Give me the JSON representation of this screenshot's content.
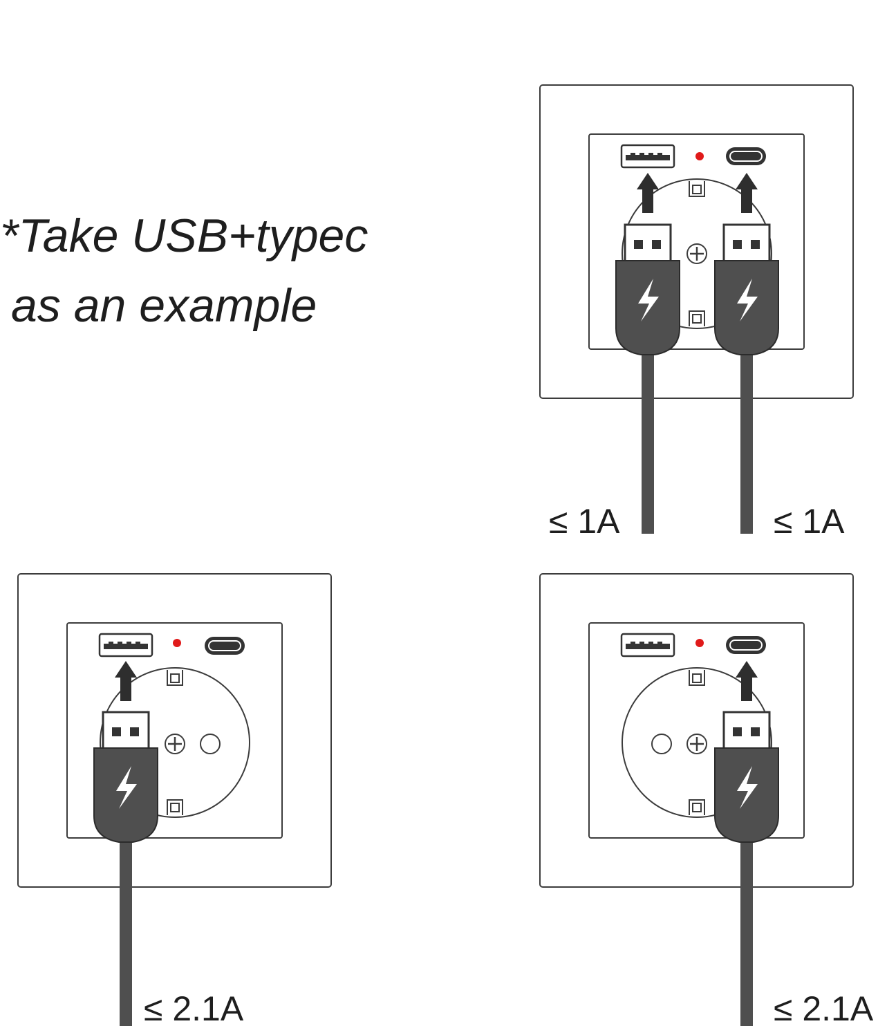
{
  "caption": {
    "line1": "*Take USB+typec",
    "line2": "as an example"
  },
  "sockets": [
    {
      "label": "top-right-socket",
      "usb_a_cable": true,
      "usb_c_cable": true,
      "limits": [
        "≤ 1A",
        "≤ 1A"
      ]
    },
    {
      "label": "bottom-left-socket",
      "usb_a_cable": true,
      "usb_c_cable": false,
      "limits": [
        "≤ 2.1A"
      ]
    },
    {
      "label": "bottom-right-socket",
      "usb_a_cable": false,
      "usb_c_cable": true,
      "limits": [
        "≤ 2.1A"
      ]
    }
  ],
  "colors": {
    "frame_stroke": "#3c3c3c",
    "cable": "#4f4f4f",
    "led": "#e01a1a",
    "text": "#1e1e1e"
  }
}
